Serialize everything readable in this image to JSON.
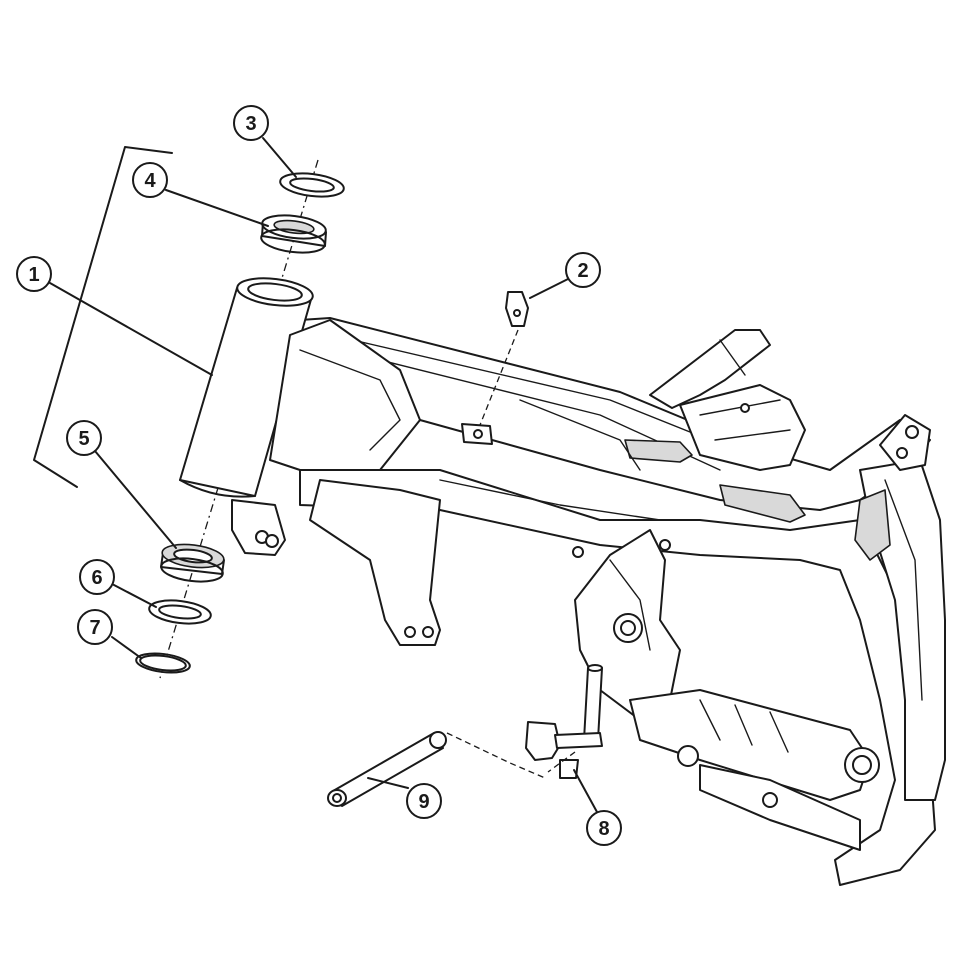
{
  "callouts": [
    {
      "id": "1",
      "label": "1"
    },
    {
      "id": "2",
      "label": "2"
    },
    {
      "id": "3",
      "label": "3"
    },
    {
      "id": "4",
      "label": "4"
    },
    {
      "id": "5",
      "label": "5"
    },
    {
      "id": "6",
      "label": "6"
    },
    {
      "id": "7",
      "label": "7"
    },
    {
      "id": "8",
      "label": "8"
    },
    {
      "id": "9",
      "label": "9"
    }
  ],
  "colors": {
    "line": "#1a1a1a",
    "shade": "#d9d9d9",
    "background": "#ffffff"
  }
}
